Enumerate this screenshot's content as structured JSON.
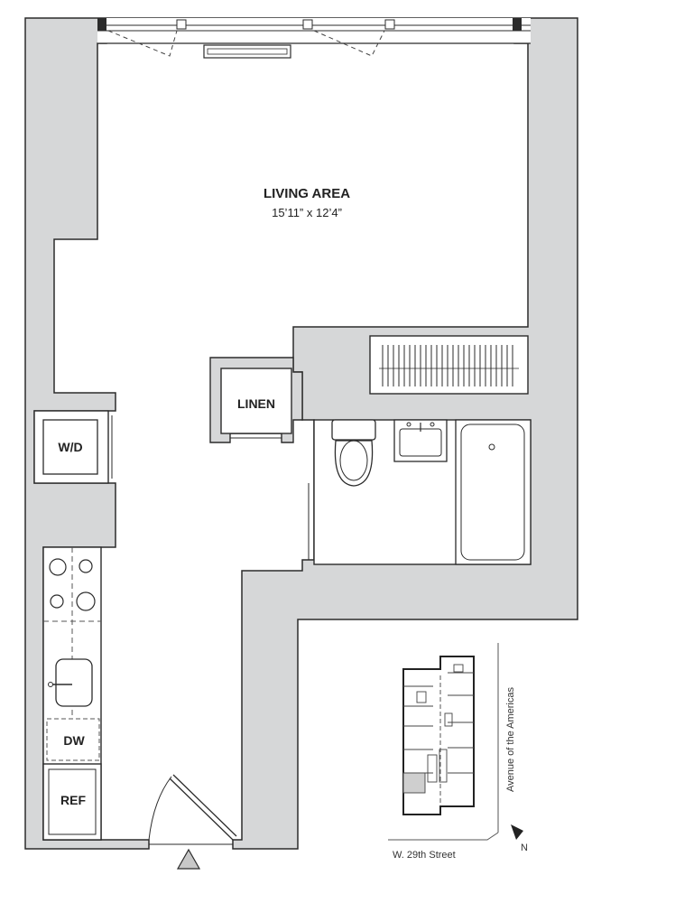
{
  "plan": {
    "living": {
      "name": "LIVING AREA",
      "dims": "15’11” x 12’4”"
    },
    "linen": "LINEN",
    "wd": "W/D",
    "dw": "DW",
    "ref": "REF"
  },
  "keyplan": {
    "avenue": "Avenue of the Americas",
    "street": "W. 29th Street",
    "north": "N"
  },
  "colors": {
    "wall": "#d6d7d8",
    "line": "#2b2b2b",
    "highlight": "#cfcfcf"
  }
}
